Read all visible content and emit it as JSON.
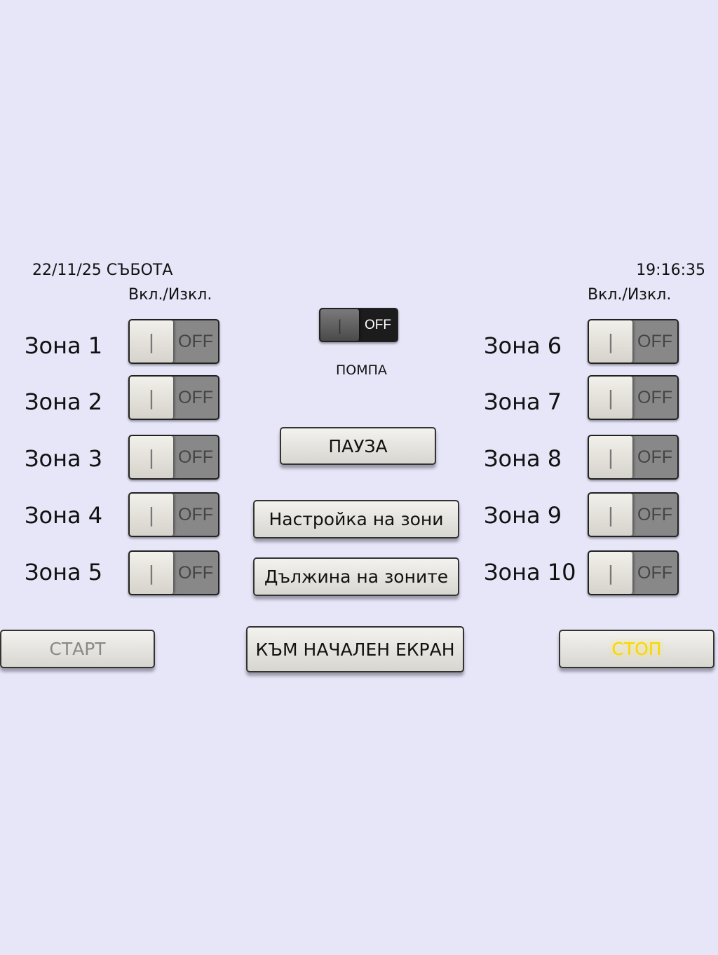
{
  "header": {
    "date": "22/11/25 СЪБОТА",
    "time": "19:16:35",
    "onoff_label": "Вкл./Изкл."
  },
  "zones_left": [
    {
      "label": "Зона 1",
      "state": "OFF"
    },
    {
      "label": "Зона 2",
      "state": "OFF"
    },
    {
      "label": "Зона 3",
      "state": "OFF"
    },
    {
      "label": "Зона 4",
      "state": "OFF"
    },
    {
      "label": "Зона 5",
      "state": "OFF"
    }
  ],
  "zones_right": [
    {
      "label": "Зона 6",
      "state": "OFF"
    },
    {
      "label": "Зона 7",
      "state": "OFF"
    },
    {
      "label": "Зона 8",
      "state": "OFF"
    },
    {
      "label": "Зона 9",
      "state": "OFF"
    },
    {
      "label": "Зона 10",
      "state": "OFF"
    }
  ],
  "switch_on_glyph": "|",
  "pump": {
    "label": "ПОМПА",
    "state": "OFF"
  },
  "buttons": {
    "pause": "ПАУЗА",
    "zone_settings": "Настройка на зони",
    "zone_length": "Дължина на зоните",
    "home": "КЪМ НАЧАЛЕН ЕКРАН",
    "start": "СТАРТ",
    "stop": "СТОП"
  },
  "colors": {
    "stop_text": "#f5d800",
    "start_text": "#888888"
  }
}
